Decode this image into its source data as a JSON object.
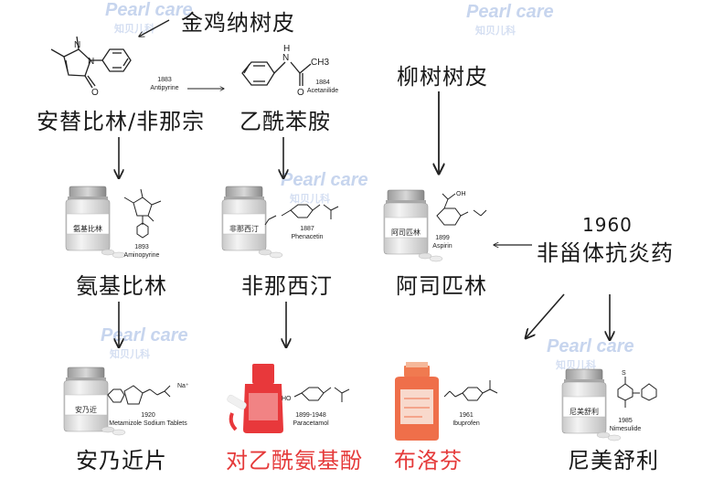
{
  "sources": {
    "cinchona": "金鸡纳树皮",
    "willow": "柳树树皮",
    "nsaid_year": "1960",
    "nsaid": "非甾体抗炎药"
  },
  "drugs": {
    "antipyrine": {
      "year": "1883",
      "name": "Antipyrine",
      "label_cn": "安替比林/非那宗"
    },
    "acetanilide": {
      "year": "1884",
      "name": "Acetanilide",
      "label_cn": "乙酰苯胺"
    },
    "aminopyrine": {
      "year": "1893",
      "name": "Aminopyrine",
      "label_cn": "氨基比林",
      "bottle_label": "氨基比林"
    },
    "phenacetin": {
      "year": "1887",
      "name": "Phenacetin",
      "label_cn": "非那西汀",
      "bottle_label": "非那西汀"
    },
    "aspirin": {
      "year": "1899",
      "name": "Aspirin",
      "label_cn": "阿司匹林",
      "bottle_label": "阿司匹林"
    },
    "metamizole": {
      "year": "1920",
      "name": "Metamizole Sodium Tablets",
      "label_cn": "安乃近片",
      "bottle_label": "安乃近",
      "ion": "Na⁺"
    },
    "paracetamol": {
      "year": "1899-1948",
      "name": "Paracetamol",
      "label_cn": "对乙酰氨基酚"
    },
    "ibuprofen": {
      "year": "1961",
      "name": "Ibuprofen",
      "label_cn": "布洛芬"
    },
    "nimesulide": {
      "year": "1985",
      "name": "Nimesulide",
      "label_cn": "尼美舒利",
      "bottle_label": "尼美舒利"
    }
  },
  "watermark": {
    "text": "Pearl care",
    "text_cn": "知贝儿科"
  },
  "chem": {
    "ch3": "CH3",
    "oh": "OH",
    "o": "O",
    "n": "N",
    "h": "H",
    "ho": "HO",
    "s": "S"
  },
  "colors": {
    "text": "#1a1a1a",
    "highlight": "#e53a3a",
    "watermark": "#c7d5ee",
    "arrow": "#222222"
  },
  "icons": {
    "bottle": "pill-bottle-icon",
    "syrup": "syrup-bottle-icon",
    "dropper": "red-dropper-bottle-icon",
    "watermark_logo": "pearl-care-logo-icon"
  }
}
